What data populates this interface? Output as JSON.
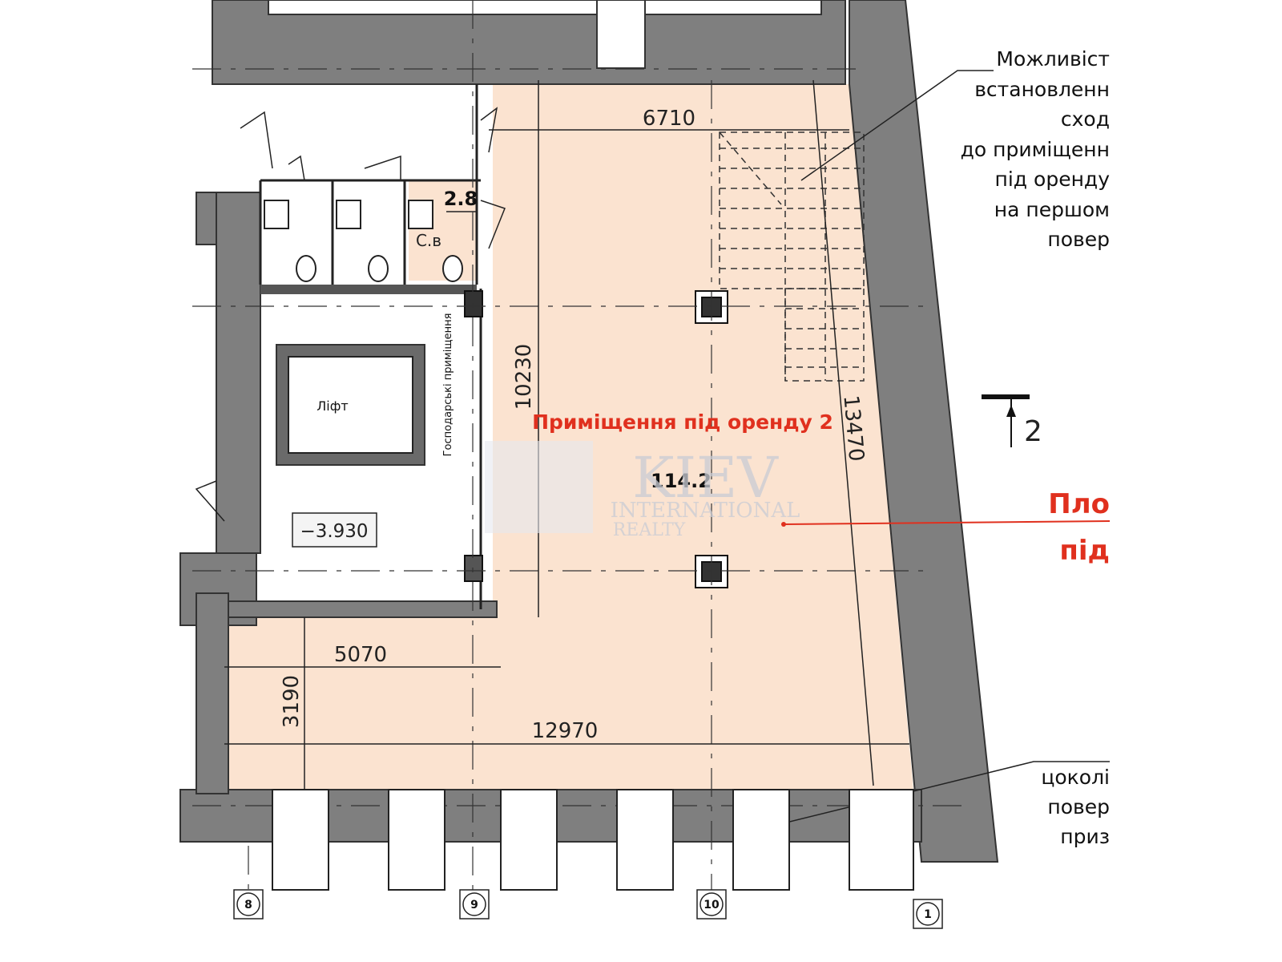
{
  "colors": {
    "wall": "#7f7f7f",
    "wall_dark": "#4a4a4a",
    "rental_fill": "#fbe3d0",
    "accent_red": "#e0301e",
    "line": "#222222"
  },
  "plan": {
    "dimensions": {
      "d6710": "6710",
      "d10230": "10230",
      "d13470": "13470",
      "d5070": "5070",
      "d3190": "3190",
      "d12970": "12970"
    },
    "rooms": {
      "wc_area": "2.8",
      "wc_label": "С.в",
      "lift_label": "Ліфт",
      "utility_label": "Господарські приміщення",
      "level_mark": "−3.930",
      "rental_title": "Приміщення під оренду 2",
      "rental_area": "114.2"
    },
    "notes": {
      "stairs_note": [
        "Можливіст",
        "встановленн",
        "сход",
        "до приміщенн",
        "під оренду",
        "на першом",
        "повер"
      ],
      "basement_note": [
        "цоколі",
        "повер",
        "приз"
      ],
      "red_partial": [
        "Пло",
        "під"
      ]
    },
    "section_mark": "2",
    "axes": [
      "8",
      "9",
      "10",
      "1"
    ],
    "watermark": {
      "line1": "KIEV",
      "line2": "INTERNATIONAL",
      "line3": "REALTY"
    }
  }
}
